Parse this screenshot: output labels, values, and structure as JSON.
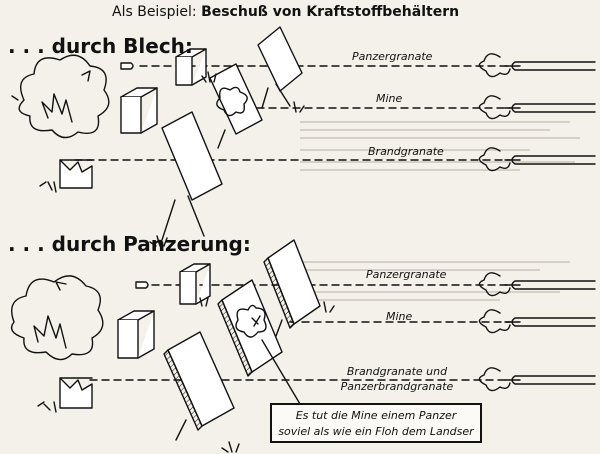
{
  "title": {
    "lead": "Als Beispiel:",
    "main": "Beschuß von Kraftstoffbehältern"
  },
  "sections": [
    {
      "heading": ". . . durch Blech:",
      "rounds": [
        {
          "label": "Panzergranate"
        },
        {
          "label": "Mine"
        },
        {
          "label": "Brandgranate"
        }
      ]
    },
    {
      "heading": ". . . durch Panzerung:",
      "rounds": [
        {
          "label": "Panzergranate"
        },
        {
          "label": "Mine"
        },
        {
          "label": "Brandgranate und Panzerbrandgranate",
          "line1": "Brandgranate und",
          "line2": "Panzerbrandgranate"
        }
      ]
    }
  ],
  "caption": {
    "line1": "Es tut die Mine einem Panzer",
    "line2": "soviel als wie ein Floh dem Landser"
  },
  "colors": {
    "ink": "#111111",
    "paper": "#f4f1ea",
    "bleedthrough": "#c9c4b8"
  }
}
